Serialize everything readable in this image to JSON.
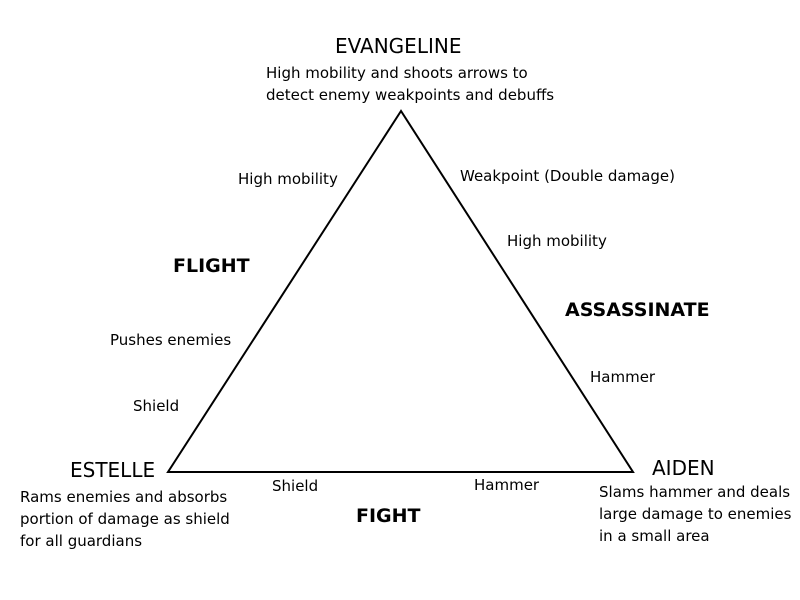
{
  "nodes": {
    "evangeline": {
      "name": "EVANGELINE",
      "description_lines": [
        "High mobility and shoots arrows to",
        "detect enemy weakpoints and debuffs"
      ]
    },
    "estelle": {
      "name": "ESTELLE",
      "description_lines": [
        "Rams enemies and absorbs",
        "portion of damage as shield",
        "for all guardians"
      ]
    },
    "aiden": {
      "name": "AIDEN",
      "description_lines": [
        "Slams hammer and deals",
        "large damage to enemies",
        "in a small area"
      ]
    }
  },
  "sides": {
    "flight": {
      "title": "FLIGHT",
      "edge_labels": [
        "High mobility",
        "Pushes enemies",
        "Shield"
      ]
    },
    "assassinate": {
      "title": "ASSASSINATE",
      "edge_labels": [
        "Weakpoint (Double damage)",
        "High mobility",
        "Hammer"
      ]
    },
    "fight": {
      "title": "FIGHT",
      "edge_labels": [
        "Shield",
        "Hammer"
      ]
    }
  },
  "colors": {
    "line": "#000000",
    "text": "#000000",
    "background": "#ffffff"
  }
}
